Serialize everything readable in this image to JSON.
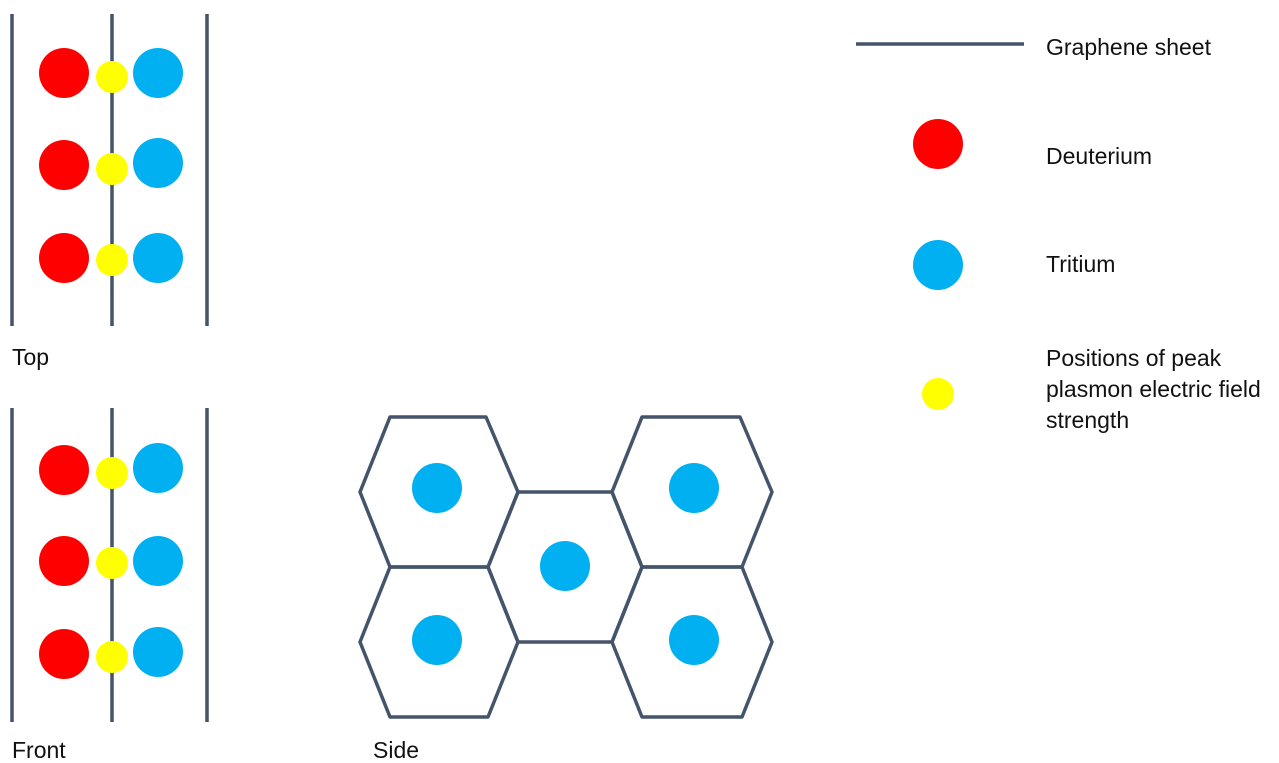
{
  "colors": {
    "graphene": "#44546a",
    "deuterium": "#ff0000",
    "tritium": "#00b0f0",
    "peak": "#ffff00",
    "text": "#111111"
  },
  "views": {
    "top": {
      "label": "Top"
    },
    "front": {
      "label": "Front"
    },
    "side": {
      "label": "Side"
    }
  },
  "legend": {
    "graphene": "Graphene sheet",
    "deuterium": "Deuterium",
    "tritium": "Tritium",
    "peak": "Positions of peak plasmon electric field strength"
  }
}
